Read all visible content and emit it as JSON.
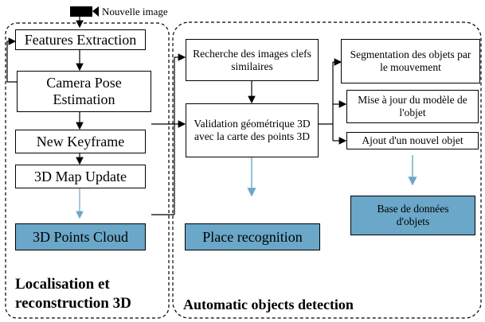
{
  "input_label": "Nouvelle image",
  "left_group": {
    "title": "Localisation et reconstruction 3D",
    "boxes": [
      "Features Extraction",
      "Camera Pose Estimation",
      "New Keyframe",
      "3D Map Update",
      "3D Points Cloud"
    ]
  },
  "right_group": {
    "title": "Automatic objects detection",
    "middle_boxes": [
      "Recherche des images clefs similaires",
      "Validation géométrique 3D avec la carte des points 3D",
      "Place recognition"
    ],
    "right_boxes": [
      "Segmentation des objets par le mouvement",
      "Mise à jour du modèle de l'objet",
      "Ajout d'un nouvel objet",
      "Base de données d'objets"
    ]
  },
  "colors": {
    "output_box": "#6aa7c8",
    "flow_arrow": "#6aa7c8"
  }
}
